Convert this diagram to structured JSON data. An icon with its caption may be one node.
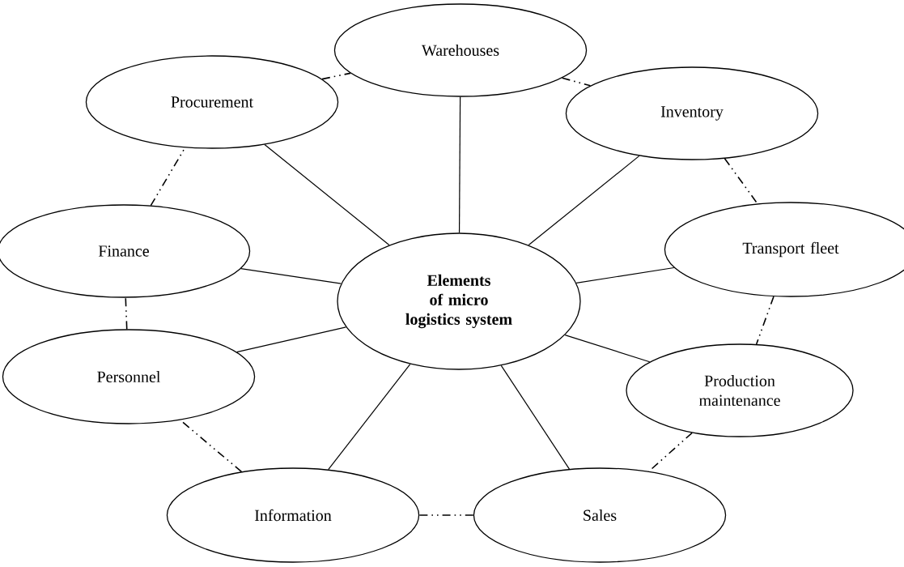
{
  "diagram": {
    "nodes": [
      {
        "text": [
          "Elements of micro logistics system"
        ]
      },
      {
        "text": [
          "Warehouses"
        ]
      },
      {
        "text": [
          "Inventory"
        ]
      },
      {
        "text": [
          "Transport fleet"
        ]
      },
      {
        "text": [
          "Production maintenance"
        ]
      },
      {
        "text": [
          "Sales"
        ]
      },
      {
        "text": [
          "Information"
        ]
      },
      {
        "text": [
          "Personnel"
        ]
      },
      {
        "text": [
          "Finance"
        ]
      },
      {
        "text": [
          "Procurement"
        ]
      }
    ],
    "edges": [
      {
        "from": 0,
        "to": 1,
        "arrow": "none"
      },
      {
        "from": 0,
        "to": 2,
        "arrow": "none"
      },
      {
        "from": 0,
        "to": 3,
        "arrow": "none"
      },
      {
        "from": 0,
        "to": 4,
        "arrow": "none"
      },
      {
        "from": 0,
        "to": 5,
        "arrow": "none"
      },
      {
        "from": 0,
        "to": 6,
        "arrow": "none"
      },
      {
        "from": 0,
        "to": 7,
        "arrow": "none"
      },
      {
        "from": 0,
        "to": 8,
        "arrow": "none"
      },
      {
        "from": 0,
        "to": 9,
        "arrow": "none"
      },
      {
        "from": 1,
        "to": 2,
        "arrow": "none",
        "style": "dashed"
      },
      {
        "from": 2,
        "to": 3,
        "arrow": "none",
        "style": "dashed"
      },
      {
        "from": 3,
        "to": 4,
        "arrow": "none",
        "style": "dashed"
      },
      {
        "from": 4,
        "to": 5,
        "arrow": "none",
        "style": "dashed"
      },
      {
        "from": 5,
        "to": 6,
        "arrow": "none",
        "style": "dashed"
      },
      {
        "from": 6,
        "to": 7,
        "arrow": "none",
        "style": "dashed"
      },
      {
        "from": 7,
        "to": 8,
        "arrow": "none",
        "style": "dashed"
      },
      {
        "from": 8,
        "to": 9,
        "arrow": "none",
        "style": "dashed"
      },
      {
        "from": 9,
        "to": 1,
        "arrow": "none",
        "style": "dashed"
      }
    ]
  }
}
